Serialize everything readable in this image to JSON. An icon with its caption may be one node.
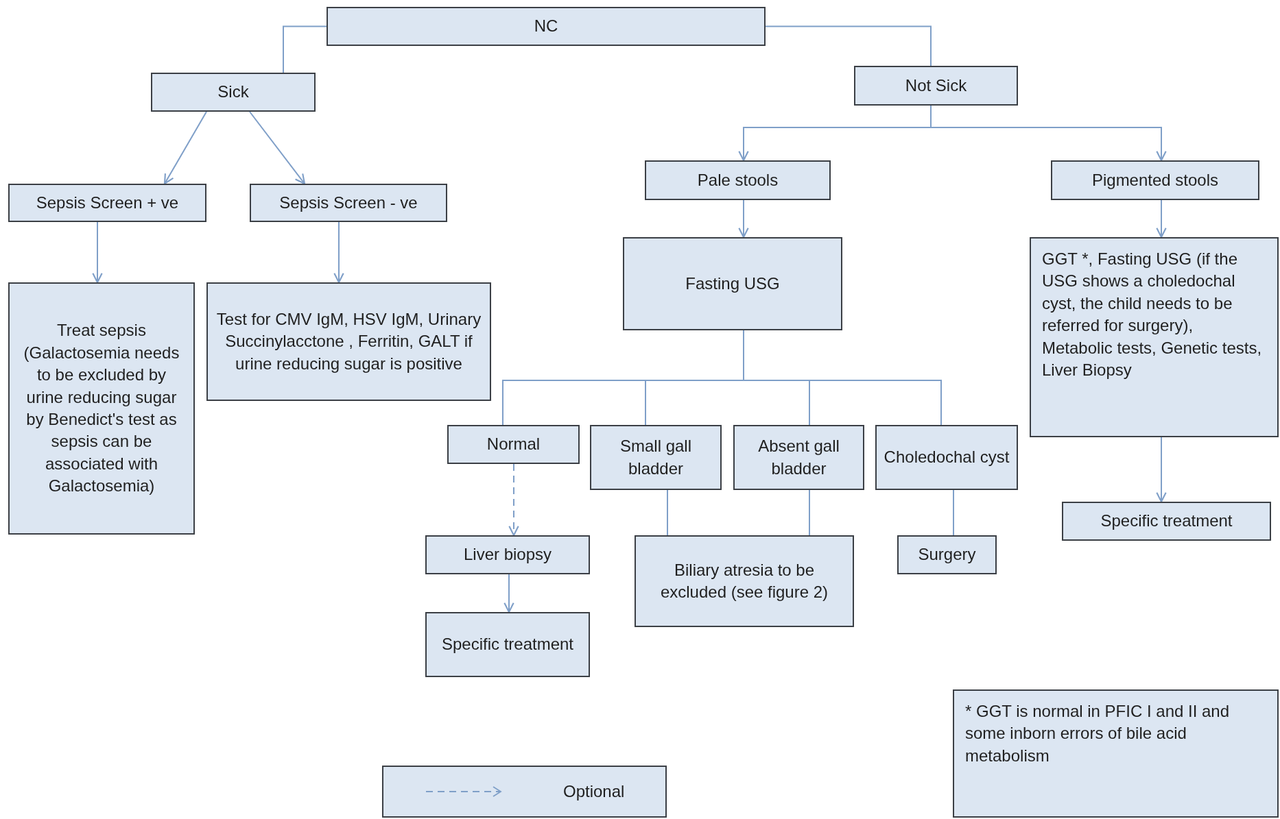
{
  "diagram": {
    "nodes": [
      {
        "text": [
          "NC"
        ]
      },
      {
        "text": [
          "Sick"
        ]
      },
      {
        "text": [
          "Not Sick"
        ]
      },
      {
        "text": [
          "Sepsis Screen + ve"
        ]
      },
      {
        "text": [
          "Sepsis Screen - ve"
        ]
      },
      {
        "text": [
          "Treat sepsis (Galactosemia needs to be excluded by urine reducing sugar by Benedict's test as sepsis can be associated with Galactosemia)"
        ]
      },
      {
        "text": [
          "Test for CMV IgM, HSV IgM, Urinary Succinylacctone , Ferritin, GALT if urine reducing sugar is positive"
        ]
      },
      {
        "text": [
          "Pale stools"
        ]
      },
      {
        "text": [
          "Pigmented stools"
        ]
      },
      {
        "text": [
          "Fasting USG"
        ]
      },
      {
        "text": [
          "GGT *, Fasting USG (if the USG shows a choledochal cyst, the child needs to be referred for surgery), Metabolic tests, Genetic tests, Liver Biopsy"
        ]
      },
      {
        "text": [
          "Normal"
        ]
      },
      {
        "text": [
          "Small gall bladder"
        ]
      },
      {
        "text": [
          "Absent gall bladder"
        ]
      },
      {
        "text": [
          "Choledochal cyst"
        ]
      },
      {
        "text": [
          "Liver biopsy"
        ]
      },
      {
        "text": [
          "Biliary atresia to be excluded (see figure 2)"
        ]
      },
      {
        "text": [
          "Surgery"
        ]
      },
      {
        "text": [
          "Specific treatment"
        ]
      },
      {
        "text": [
          "Specific treatment"
        ]
      },
      {
        "text": [
          "* GGT is normal in PFIC I and II and some inborn errors of bile acid metabolism"
        ]
      }
    ],
    "edges": [
      {
        "from": 0,
        "to": 1,
        "arrow": "none"
      },
      {
        "from": 0,
        "to": 2,
        "arrow": "none"
      },
      {
        "from": 1,
        "to": 3,
        "arrow": "to"
      },
      {
        "from": 1,
        "to": 4,
        "arrow": "to"
      },
      {
        "from": 3,
        "to": 5,
        "arrow": "to"
      },
      {
        "from": 4,
        "to": 6,
        "arrow": "to"
      },
      {
        "from": 2,
        "to": 7,
        "arrow": "to"
      },
      {
        "from": 2,
        "to": 8,
        "arrow": "to"
      },
      {
        "from": 7,
        "to": 9,
        "arrow": "to"
      },
      {
        "from": 8,
        "to": 10,
        "arrow": "to"
      },
      {
        "from": 9,
        "to": 11,
        "arrow": "none"
      },
      {
        "from": 9,
        "to": 12,
        "arrow": "none"
      },
      {
        "from": 9,
        "to": 13,
        "arrow": "none"
      },
      {
        "from": 9,
        "to": 14,
        "arrow": "none"
      },
      {
        "from": 11,
        "to": 15,
        "arrow": "to",
        "style": "dashed"
      },
      {
        "from": 12,
        "to": 16,
        "arrow": "none"
      },
      {
        "from": 13,
        "to": 16,
        "arrow": "none"
      },
      {
        "from": 14,
        "to": 17,
        "arrow": "none"
      },
      {
        "from": 15,
        "to": 19,
        "arrow": "to"
      },
      {
        "from": 10,
        "to": 18,
        "arrow": "to"
      }
    ],
    "legend": [
      {
        "text": "Optional"
      }
    ]
  }
}
